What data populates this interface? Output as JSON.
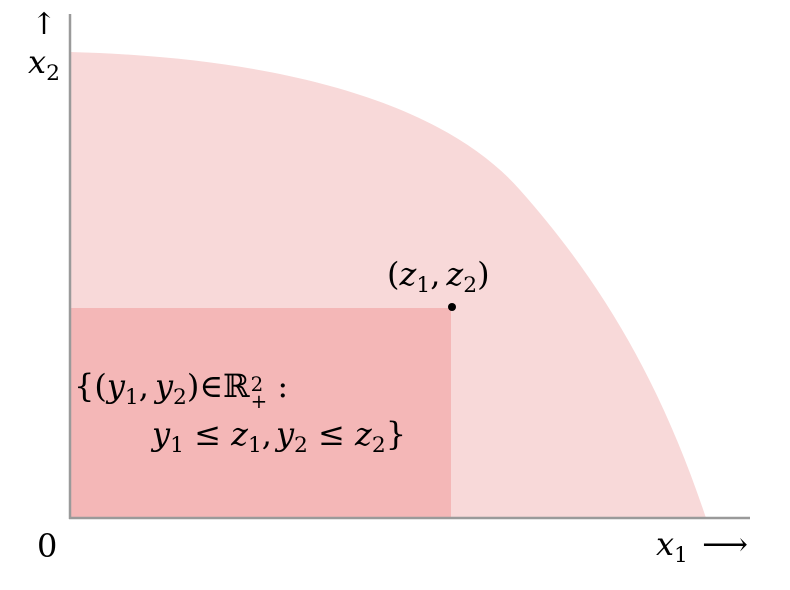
{
  "colors": {
    "region": "#f8d9d9",
    "rectangle": "#f4b7b7",
    "axis": "#9a9a9a",
    "point": "#000000"
  },
  "labels": {
    "origin": "0",
    "x1_axis": {
      "var": "x",
      "sub": "1",
      "arrow": "⟶"
    },
    "x2_axis": {
      "arrow": "↑",
      "var": "x",
      "sub": "2"
    },
    "point": {
      "open": "(",
      "v1": "z",
      "s1": "1",
      "comma": ",",
      "v2": "z",
      "s2": "2",
      "close": ")"
    },
    "set_line1": {
      "brace_open": "{(",
      "v1": "y",
      "s1": "1",
      "comma": ",",
      "v2": "y",
      "s2": "2",
      "close_in": ")∈",
      "space": "ℝ",
      "sup": "2",
      "subplus": "+",
      "colon": " :"
    },
    "set_line2": {
      "v1": "y",
      "s1": "1",
      "leq1": " ≤ ",
      "w1": "z",
      "t1": "1",
      "comma": ",",
      "v2": "y",
      "s2": "2",
      "leq2": " ≤ ",
      "w2": "z",
      "t2": "2",
      "brace_close": "}"
    }
  }
}
